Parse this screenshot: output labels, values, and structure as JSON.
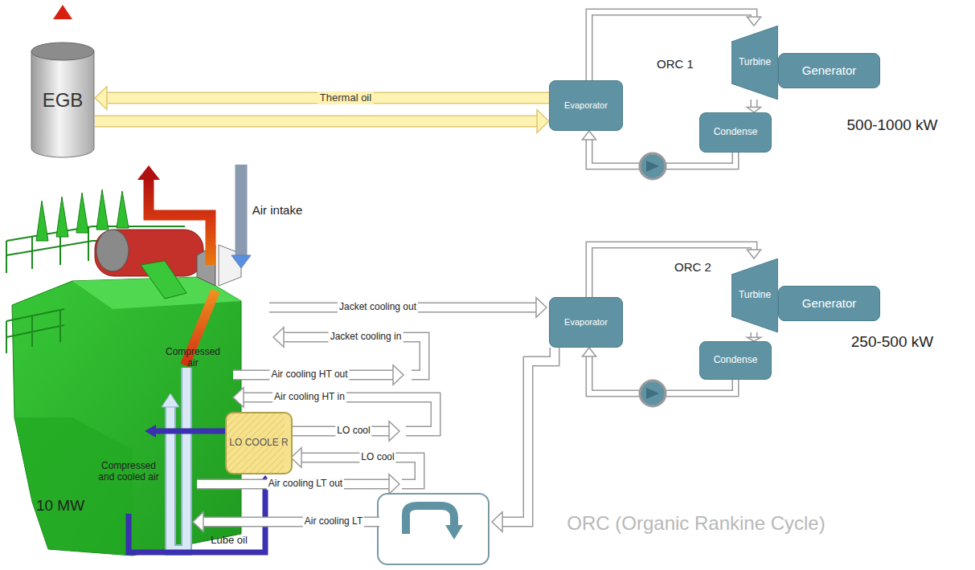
{
  "diagram": {
    "nodes": [
      {
        "text": [
          "EGB"
        ]
      },
      {
        "text": [
          "Evaporator"
        ]
      },
      {
        "text": [
          "Turbine"
        ]
      },
      {
        "text": [
          "Generator"
        ]
      },
      {
        "text": [
          "Condense"
        ]
      },
      {
        "text": [
          "Evaporator"
        ]
      },
      {
        "text": [
          "Turbine"
        ]
      },
      {
        "text": [
          "Generator"
        ]
      },
      {
        "text": [
          "Condense"
        ]
      },
      {
        "text": [
          "LO COOLE R"
        ]
      }
    ],
    "edges": [
      {
        "from": 1,
        "to": 0,
        "arrow": "to",
        "label": "Thermal oil"
      },
      {
        "from": 0,
        "to": 1,
        "arrow": "to"
      },
      {
        "from": 1,
        "to": 2,
        "arrow": "to"
      },
      {
        "from": 2,
        "to": 4,
        "arrow": "to"
      },
      {
        "from": 4,
        "to": 1,
        "arrow": "to"
      },
      {
        "from": 5,
        "to": 6,
        "arrow": "to"
      },
      {
        "from": 6,
        "to": 8,
        "arrow": "to"
      },
      {
        "from": 8,
        "to": 5,
        "arrow": "to"
      }
    ],
    "labels": [
      "ORC 1",
      "500-1000 kW",
      "Air intake",
      "ORC 2",
      "Jacket cooling out",
      "Jacket cooling in",
      "Compressed air",
      "250-500 kW",
      "Air cooling HT out",
      "Air cooling HT in",
      "LO cool",
      "LO cool",
      "Compressed and cooled air",
      "Air cooling LT out",
      "10 MW",
      "Air cooling LT",
      "ORC (Organic Rankine Cycle)",
      "Lube oil"
    ]
  }
}
